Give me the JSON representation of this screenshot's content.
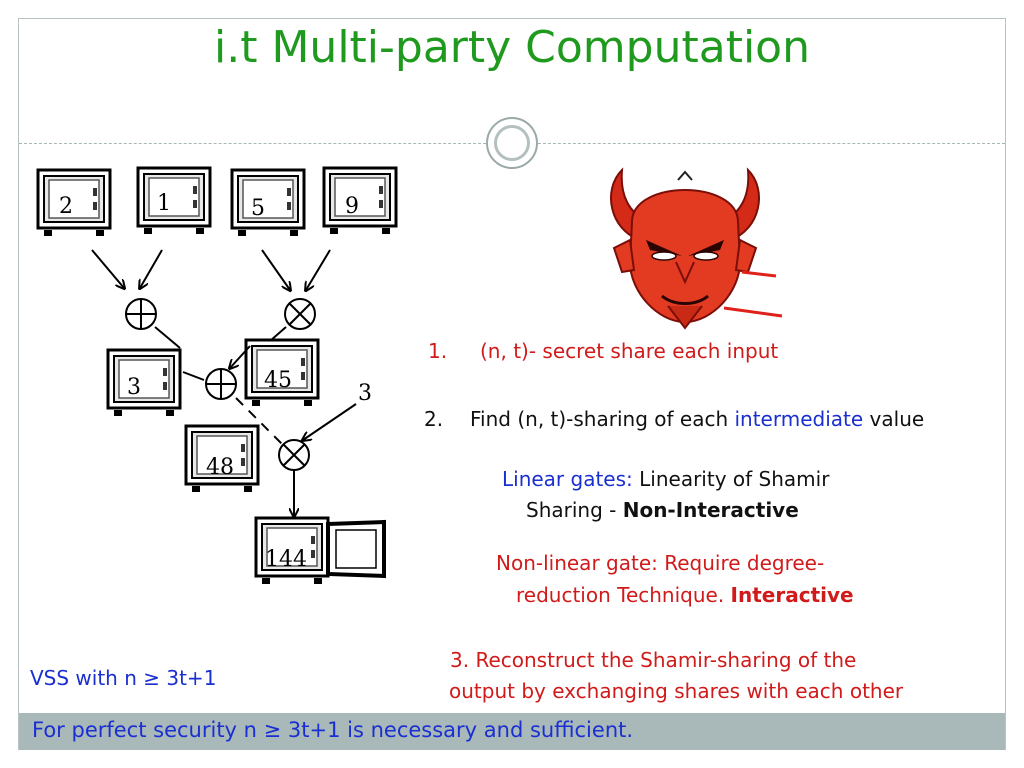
{
  "title": "i.t Multi-party Computation",
  "safes": {
    "s1": "2",
    "s2": "1",
    "s3": "5",
    "s4": "9",
    "s5": "3",
    "s6": "45",
    "s7": "48",
    "s8": "144",
    "input3": "3"
  },
  "gates": {
    "add": "⊕",
    "mul": "⊗"
  },
  "steps": {
    "step1_num": "1.",
    "step1_text": "(n, t)- secret share each input",
    "step2_num": "2.",
    "step2_pre": "Find (n, t)-sharing of each ",
    "step2_highlight": "intermediate",
    "step2_post": " value",
    "linear_label": "Linear gates:",
    "linear_line1": " Linearity of Shamir",
    "linear_line2_pre": "Sharing - ",
    "linear_line2_bold": "Non-Interactive",
    "nonlinear_line1": "Non-linear gate: Require degree-",
    "nonlinear_line2_pre": "reduction Technique. ",
    "nonlinear_line2_bold": "Interactive",
    "step3_line1": "3. Reconstruct the Shamir-sharing of the",
    "step3_line2": "output by exchanging shares with each other"
  },
  "vss": "VSS with n ≥ 3t+1",
  "footer": "For perfect security n ≥ 3t+1 is necessary and sufficient.",
  "colors": {
    "title": "#1f9a1f",
    "red_text": "#d11a1a",
    "blue_text": "#1a2fd1",
    "footer_bg": "#a9b8b8"
  }
}
